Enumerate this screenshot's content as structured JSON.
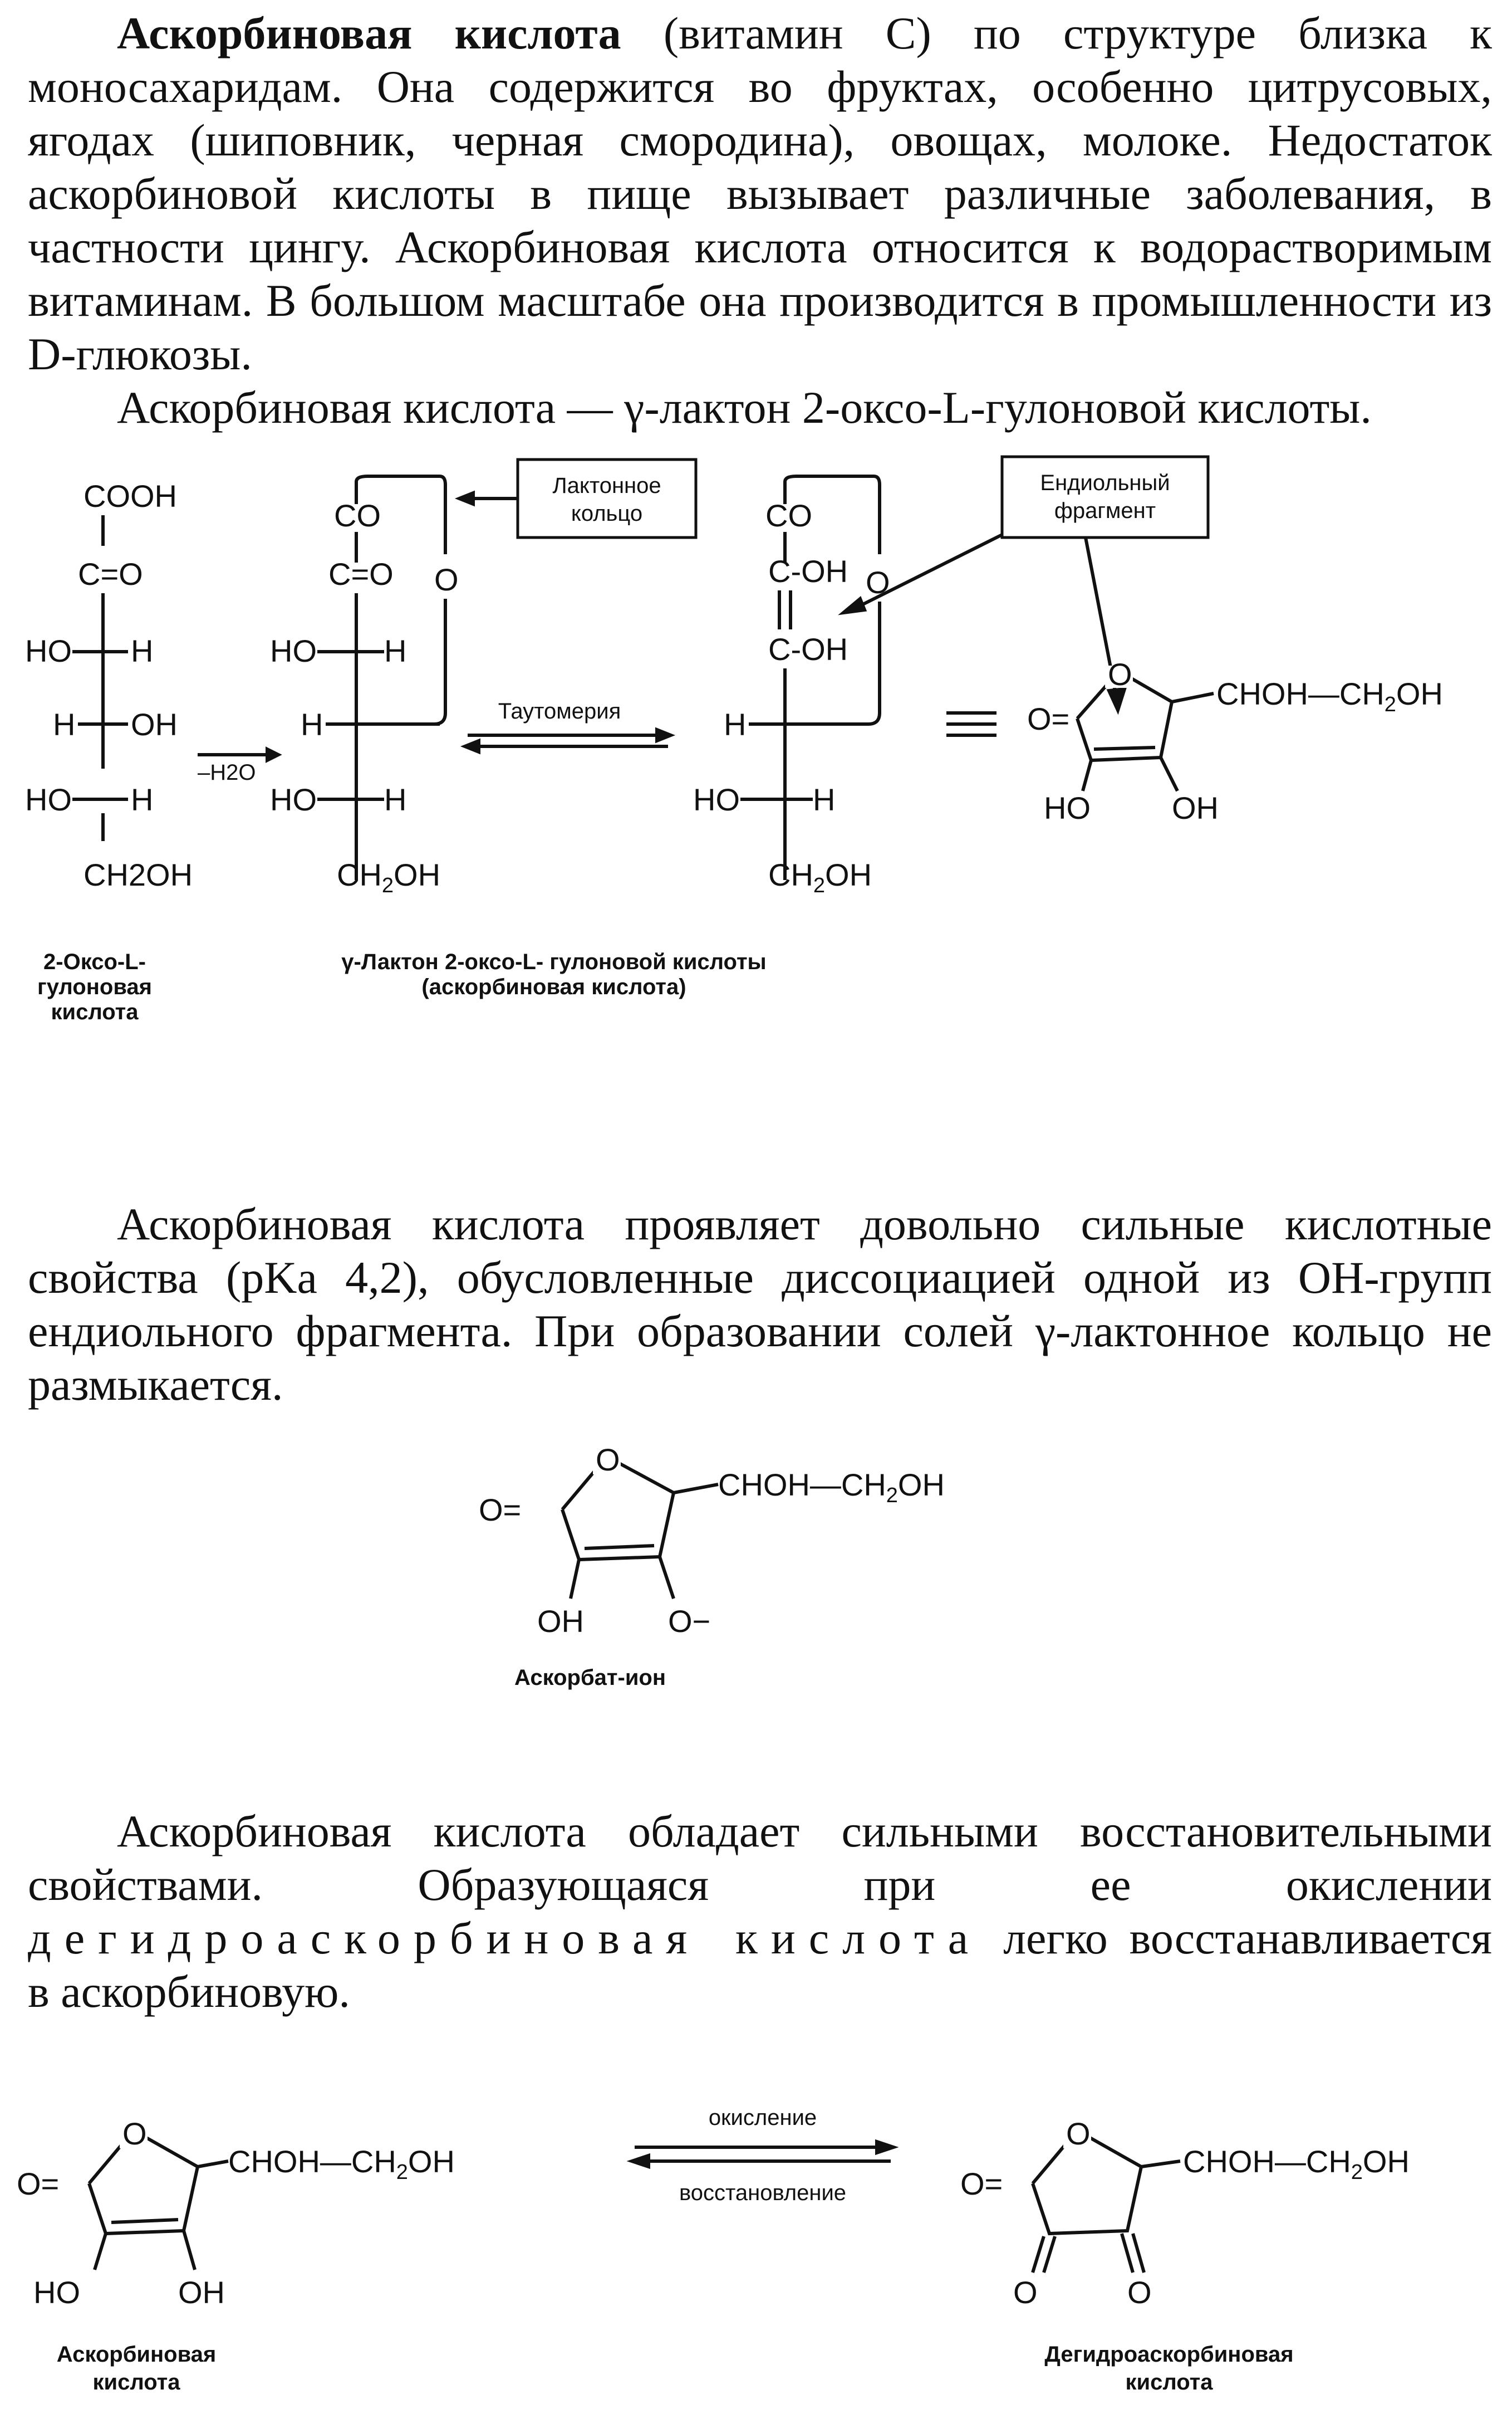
{
  "para1": {
    "term": "Аскорбиновая кислота",
    "text": " (витамин С) по структуре близка к моносахаридам. Она содержится во фруктах, особенно цитрусовых, ягодах (шиповник, черная смородина), овощах, молоке. Недостаток аскорбиновой кислоты в пище вызывает различные заболевания, в частности цингу. Аскорбиновая кислота относится к водорастворимым витаминам. В большом масштабе она производится в промышленности из D-глюкозы.",
    "line2": "Аскорбиновая кислота — γ-лактон 2-оксо-L-гулоновой кислоты."
  },
  "scheme1": {
    "box_lactone": "Лактонное кольцо",
    "box_enediol": "Ендиольный фрагмент",
    "arrow_tautomery": "Таутомерия",
    "minus_h2o": "–H2O",
    "caption_left": [
      "2-Оксо-L-",
      "гулоновая",
      "кислота"
    ],
    "caption_mid": [
      "γ-Лактон 2-оксо-L- гулоновой кислоты",
      "(аскорбиновая кислота)"
    ],
    "labels": {
      "cooh": "COOH",
      "co": "CO",
      "c_o": "C=O",
      "ho_h": "HO—H",
      "h_oh": "H—OH",
      "ch2oh": "CH2OH",
      "c_oh": "C-OH",
      "o": "O",
      "h": "H",
      "oh": "OH",
      "ho": "HO",
      "side_chain": "CHOH—CH2OH",
      "ring_o": "O="
    }
  },
  "para2": "Аскорбиновая кислота проявляет довольно сильные кислотные свойства (pKa 4,2), обусловленные диссоциацией одной из OH-групп ендиольного фрагмента. При образовании солей γ-лактонное кольцо не размыкается.",
  "scheme2": {
    "side_chain": "CHOH—CH2OH",
    "oh": "OH",
    "o_minus": "O−",
    "caption": "Аскорбат-ион"
  },
  "para3": {
    "start": "Аскорбиновая кислота обладает сильными восстановительными свойствами. Образующаяся при ее окислении ",
    "term": "дегидроаскорбиновая кислота",
    "end": " легко восстанавливается в аскорбиновую."
  },
  "scheme3": {
    "oxidation": "окисление",
    "reduction": "восстановление",
    "caption_left": [
      "Аскорбиновая",
      "кислота"
    ],
    "caption_right": [
      "Дегидроаскорбиновая",
      "кислота"
    ],
    "side_chain": "CHOH—CH2OH",
    "ho": "HO",
    "oh": "OH",
    "o": "O"
  }
}
